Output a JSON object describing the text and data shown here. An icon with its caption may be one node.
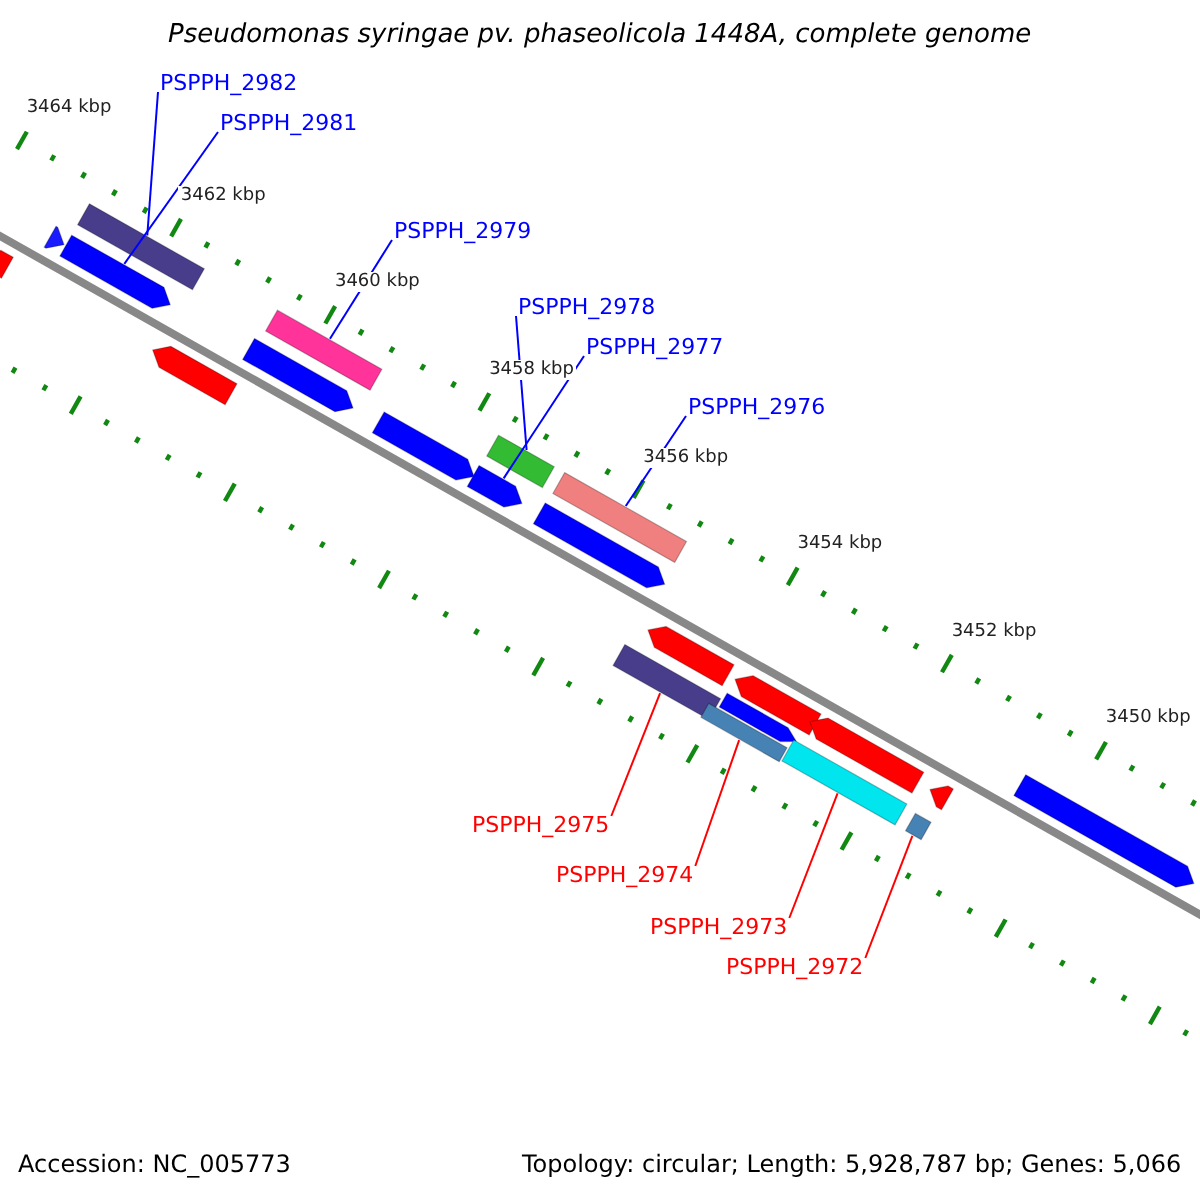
{
  "diagram": {
    "title": "Pseudomonas syringae pv. phaseolicola 1448A, complete genome",
    "nodes": [
      {
        "text": [
          "PSPPH_2982"
        ]
      },
      {
        "text": [
          "PSPPH_2981"
        ]
      },
      {
        "text": [
          "PSPPH_2979"
        ]
      },
      {
        "text": [
          "PSPPH_2978"
        ]
      },
      {
        "text": [
          "PSPPH_2977"
        ]
      },
      {
        "text": [
          "PSPPH_2976"
        ]
      },
      {
        "text": [
          "PSPPH_2975"
        ]
      },
      {
        "text": [
          "PSPPH_2974"
        ]
      },
      {
        "text": [
          "PSPPH_2973"
        ]
      },
      {
        "text": [
          "PSPPH_2972"
        ]
      },
      {
        "text": [],
        "shape": "arrow"
      },
      {
        "text": [],
        "shape": "arrow"
      },
      {
        "text": [],
        "shape": "arrow"
      },
      {
        "text": [],
        "shape": "bar"
      },
      {
        "text": [],
        "shape": "arrow"
      },
      {
        "text": [],
        "shape": "arrow"
      },
      {
        "text": [],
        "shape": "bar"
      },
      {
        "text": [],
        "shape": "arrow"
      },
      {
        "text": [],
        "shape": "arrow"
      },
      {
        "text": [],
        "shape": "bar"
      },
      {
        "text": [],
        "shape": "arrow"
      },
      {
        "text": [],
        "shape": "bar"
      },
      {
        "text": [],
        "shape": "bar"
      },
      {
        "text": [],
        "shape": "arrow"
      },
      {
        "text": [],
        "shape": "bar"
      },
      {
        "text": [],
        "shape": "arrow"
      },
      {
        "text": [],
        "shape": "arrow"
      },
      {
        "text": [],
        "shape": "bar"
      },
      {
        "text": [],
        "shape": "arrow"
      },
      {
        "text": [],
        "shape": "bar"
      },
      {
        "text": [],
        "shape": "arrow"
      },
      {
        "text": [],
        "shape": "arrow"
      }
    ],
    "edges": [
      {
        "from": 0,
        "to": 13,
        "arrow": "none"
      },
      {
        "from": 1,
        "to": 12,
        "arrow": "none"
      },
      {
        "from": 2,
        "to": 16,
        "arrow": "none"
      },
      {
        "from": 3,
        "to": 19,
        "arrow": "none"
      },
      {
        "from": 4,
        "to": 18,
        "arrow": "none"
      },
      {
        "from": 5,
        "to": 21,
        "arrow": "none"
      },
      {
        "from": 6,
        "to": 22,
        "arrow": "none",
        "color": "#ff0000"
      },
      {
        "from": 7,
        "to": 24,
        "arrow": "none",
        "color": "#ff0000"
      },
      {
        "from": 8,
        "to": 27,
        "arrow": "none",
        "color": "#ff0000"
      },
      {
        "from": 9,
        "to": 29,
        "arrow": "none",
        "color": "#ff0000"
      }
    ],
    "labels": [
      "3464 kbp",
      "3462 kbp",
      "3460 kbp",
      "3458 kbp",
      "3456 kbp",
      "3454 kbp",
      "3452 kbp",
      "3450 kbp",
      "Accession: NC_005773",
      "Topology: circular; Length: 5,928,787 bp; Genes: 5,066"
    ]
  }
}
